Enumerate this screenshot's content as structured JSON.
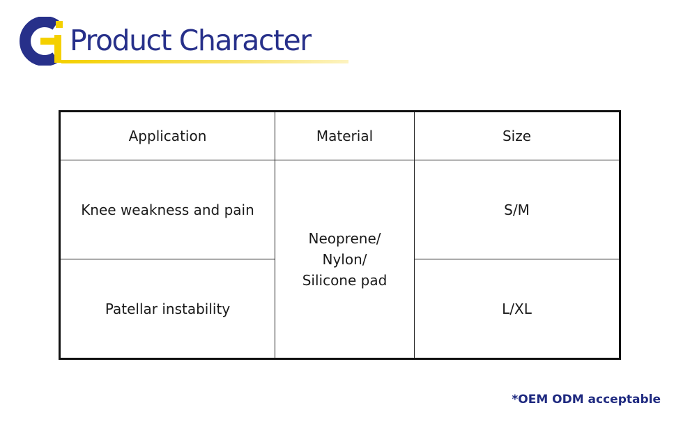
{
  "header": {
    "logo_icon": "gj-logo-icon",
    "title": "Product Character",
    "logo_blue": "#27308a",
    "logo_yellow": "#f4d000"
  },
  "table": {
    "columns": [
      "Application",
      "Material",
      "Size"
    ],
    "rows": [
      {
        "application": "Knee weakness and pain",
        "size": "S/M"
      },
      {
        "application": "Patellar instability",
        "size": "L/XL"
      }
    ],
    "material_lines": [
      "Neoprene/",
      "Nylon/",
      "Silicone pad"
    ]
  },
  "footer": {
    "note": "*OEM ODM acceptable"
  }
}
